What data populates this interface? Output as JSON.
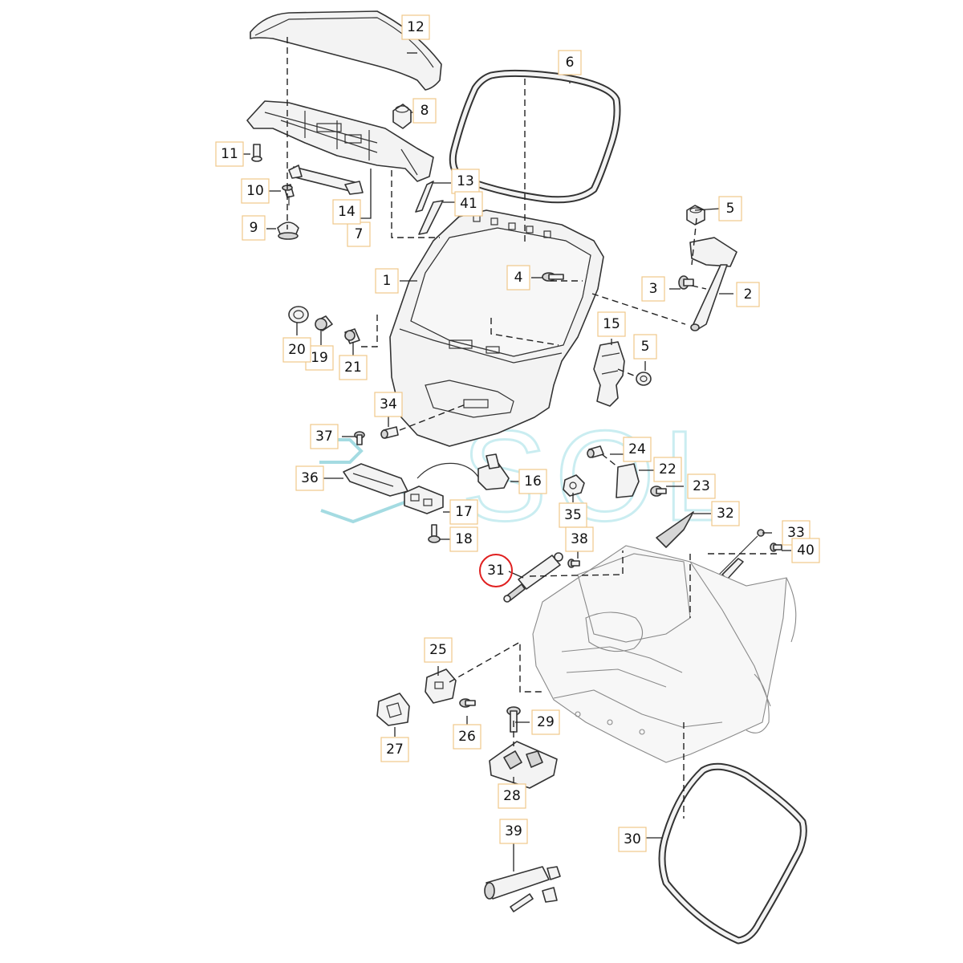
{
  "callouts": [
    {
      "label": "1",
      "name": "callout-1"
    },
    {
      "label": "2",
      "name": "callout-2"
    },
    {
      "label": "3",
      "name": "callout-3"
    },
    {
      "label": "4",
      "name": "callout-4"
    },
    {
      "label": "5",
      "name": "callout-5-top"
    },
    {
      "label": "5",
      "name": "callout-5-mid"
    },
    {
      "label": "6",
      "name": "callout-6"
    },
    {
      "label": "7",
      "name": "callout-7"
    },
    {
      "label": "8",
      "name": "callout-8"
    },
    {
      "label": "9",
      "name": "callout-9"
    },
    {
      "label": "10",
      "name": "callout-10"
    },
    {
      "label": "11",
      "name": "callout-11"
    },
    {
      "label": "12",
      "name": "callout-12"
    },
    {
      "label": "13",
      "name": "callout-13"
    },
    {
      "label": "14",
      "name": "callout-14"
    },
    {
      "label": "15",
      "name": "callout-15"
    },
    {
      "label": "16",
      "name": "callout-16"
    },
    {
      "label": "17",
      "name": "callout-17"
    },
    {
      "label": "18",
      "name": "callout-18"
    },
    {
      "label": "19",
      "name": "callout-19"
    },
    {
      "label": "20",
      "name": "callout-20"
    },
    {
      "label": "21",
      "name": "callout-21"
    },
    {
      "label": "22",
      "name": "callout-22"
    },
    {
      "label": "23",
      "name": "callout-23"
    },
    {
      "label": "24",
      "name": "callout-24"
    },
    {
      "label": "25",
      "name": "callout-25"
    },
    {
      "label": "26",
      "name": "callout-26"
    },
    {
      "label": "27",
      "name": "callout-27"
    },
    {
      "label": "28",
      "name": "callout-28"
    },
    {
      "label": "29",
      "name": "callout-29"
    },
    {
      "label": "30",
      "name": "callout-30"
    },
    {
      "label": "31",
      "name": "callout-31"
    },
    {
      "label": "32",
      "name": "callout-32"
    },
    {
      "label": "33",
      "name": "callout-33"
    },
    {
      "label": "34",
      "name": "callout-34"
    },
    {
      "label": "35",
      "name": "callout-35"
    },
    {
      "label": "36",
      "name": "callout-36"
    },
    {
      "label": "37",
      "name": "callout-37"
    },
    {
      "label": "38",
      "name": "callout-38"
    },
    {
      "label": "39",
      "name": "callout-39"
    },
    {
      "label": "40",
      "name": "callout-40"
    },
    {
      "label": "41",
      "name": "callout-41"
    }
  ],
  "highlighted_part": "31",
  "highlight_color": "#e02020",
  "watermark": {
    "text": "SOL",
    "color": "#4ab8c6"
  }
}
